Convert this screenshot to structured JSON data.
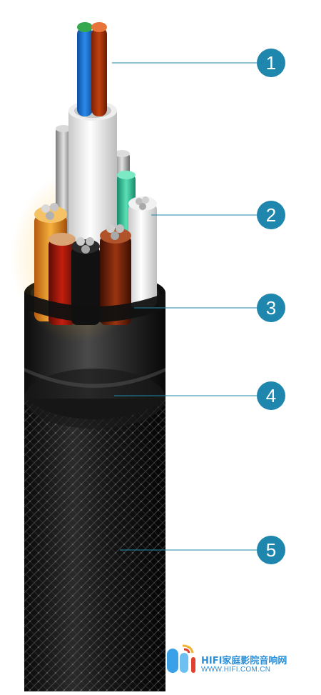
{
  "callouts": [
    {
      "id": "1",
      "label": "1"
    },
    {
      "id": "2",
      "label": "2"
    },
    {
      "id": "3",
      "label": "3"
    },
    {
      "id": "4",
      "label": "4"
    },
    {
      "id": "5",
      "label": "5"
    }
  ],
  "watermark": {
    "name": "HIFI家庭影院音响网",
    "url": "WWW.HIFI.COM.CN"
  },
  "colors": {
    "callout": "#1f86ad",
    "leader_line": "#1f86ad",
    "jacket": "#141414",
    "watermark": "#2a8fd6"
  }
}
